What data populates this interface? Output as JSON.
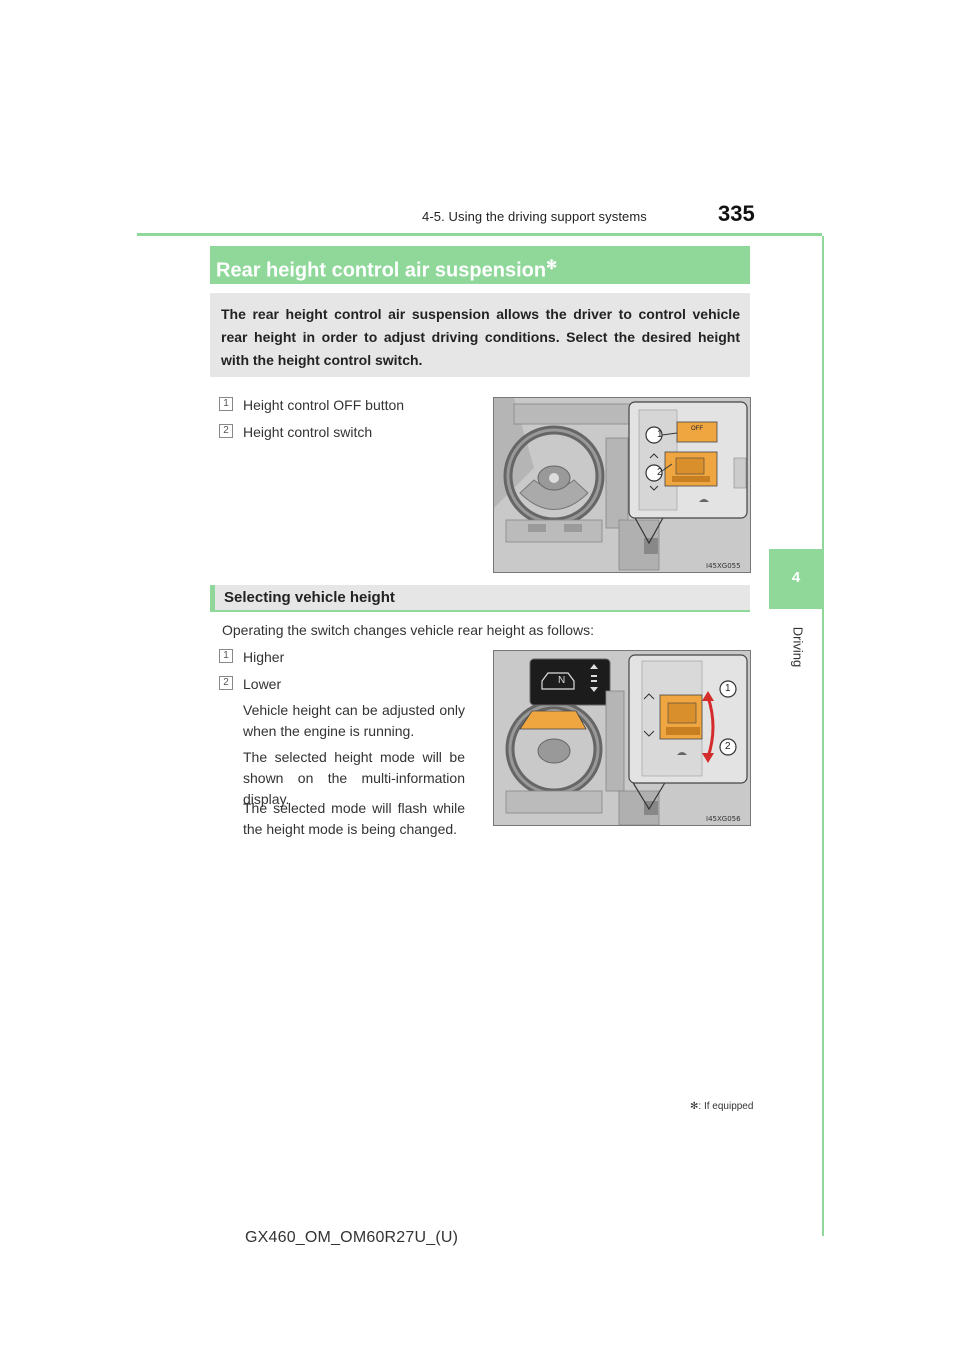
{
  "header": {
    "section_title": "4-5. Using the driving support systems",
    "page_number": "335"
  },
  "side_tab": {
    "chapter_number": "4",
    "chapter_label": "Driving"
  },
  "title": {
    "text": "Rear height control air suspension",
    "mark": "✻"
  },
  "intro": "The rear height control air suspension allows the driver to control vehicle rear height in order to adjust driving conditions. Select the desired height with the height control switch.",
  "parts": [
    {
      "number": "1",
      "label": "Height control OFF button"
    },
    {
      "number": "2",
      "label": "Height control switch"
    }
  ],
  "figure1": {
    "id": "I45XG055",
    "off_label": "OFF",
    "callouts": [
      "1",
      "2"
    ]
  },
  "selecting": {
    "heading": "Selecting vehicle height",
    "lead": "Operating the switch changes vehicle rear height as follows:",
    "items": [
      {
        "number": "1",
        "label": "Higher"
      },
      {
        "number": "2",
        "label": "Lower"
      }
    ],
    "notes": [
      "Vehicle height can be adjusted only when the engine is running.",
      "The selected height mode will be shown on the multi-information display.",
      "The selected mode will flash while the height mode is being changed."
    ]
  },
  "figure2": {
    "id": "I45XG056",
    "display_letter": "N",
    "callouts": [
      "1",
      "2"
    ]
  },
  "footnote": {
    "mark": "✻",
    "text": ": If equipped"
  },
  "footer": "GX460_OM_OM60R27U_(U)",
  "colors": {
    "accent_green": "#8fd89a",
    "highlight_orange": "#f0a640",
    "arrow_red": "#d42b2b"
  }
}
